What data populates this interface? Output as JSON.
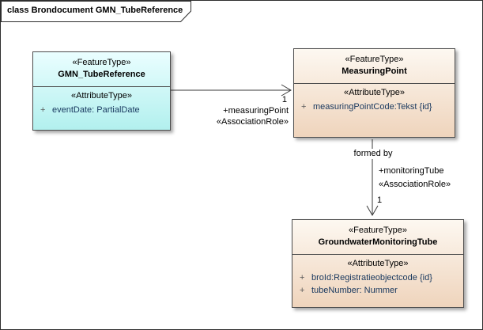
{
  "frame": {
    "title": "class Brondocument GMN_TubeReference"
  },
  "classes": {
    "gmn_tube_reference": {
      "stereotype": "«FeatureType»",
      "name": "GMN_TubeReference",
      "section_label": "«AttributeType»",
      "attributes": [
        {
          "vis": "+",
          "text": "eventDate: PartialDate"
        }
      ]
    },
    "measuring_point": {
      "stereotype": "«FeatureType»",
      "name": "MeasuringPoint",
      "section_label": "«AttributeType»",
      "attributes": [
        {
          "vis": "+",
          "text": "measuringPointCode:Tekst {id}"
        }
      ]
    },
    "groundwater_monitoring_tube": {
      "stereotype": "«FeatureType»",
      "name": "GroundwaterMonitoringTube",
      "section_label": "«AttributeType»",
      "attributes": [
        {
          "vis": "+",
          "text": "broId:Registratieobjectcode {id}"
        },
        {
          "vis": "+",
          "text": "tubeNumber: Nummer"
        }
      ]
    }
  },
  "associations": {
    "to_measuring_point": {
      "multiplicity": "1",
      "role": "+measuringPoint",
      "stereotype": "«AssociationRole»"
    },
    "to_monitoring_tube": {
      "name": "formed by",
      "role": "+monitoringTube",
      "stereotype": "«AssociationRole»",
      "multiplicity": "1"
    }
  },
  "colors": {
    "feature_type_cyan": "#c6f4f2",
    "feature_type_peach": "#f3dbc6",
    "box_border": "#4d4d4d",
    "attribute_text": "#17375e",
    "edge_line": "#3a3a3a"
  }
}
